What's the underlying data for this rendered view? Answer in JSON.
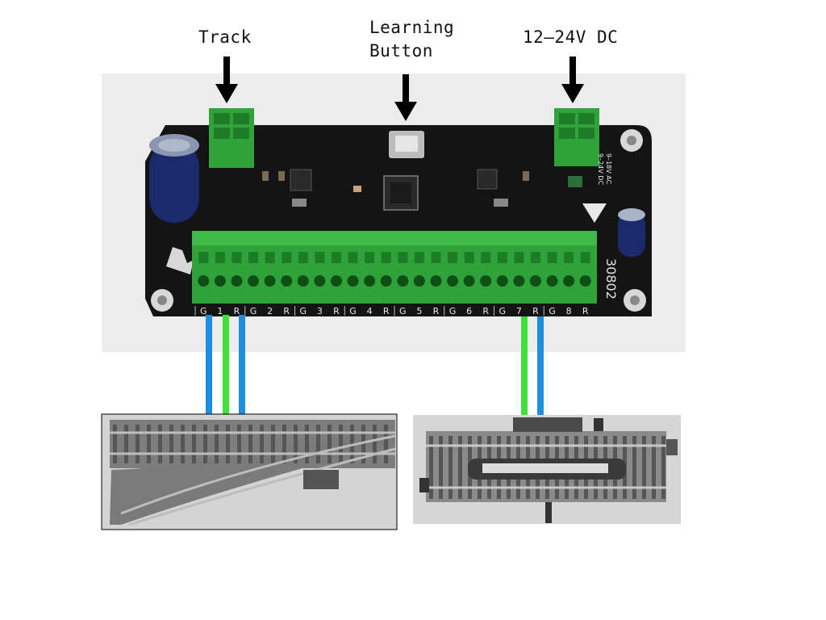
{
  "labels": {
    "track": "Track",
    "learning_line1": "Learning",
    "learning_line2": "Button",
    "power": "12–24V DC"
  },
  "board": {
    "model": "30802",
    "power_marking_1": "9–18V AC",
    "power_marking_2": "9–24V DC",
    "terminal_labels": [
      "G",
      "1",
      "R",
      "G",
      "2",
      "R",
      "G",
      "3",
      "R",
      "G",
      "4",
      "R",
      "G",
      "5",
      "R",
      "G",
      "6",
      "R",
      "G",
      "7",
      "R",
      "G",
      "8",
      "R"
    ]
  },
  "colors": {
    "pcb": "#141414",
    "terminal_green": "#2fa33a",
    "wire_blue": "#1e8fe0",
    "wire_green": "#3ee03a",
    "arrow": "#000000"
  },
  "wiring": [
    {
      "terminal": "G1",
      "color": "blue",
      "target": "turnout"
    },
    {
      "terminal": "1",
      "color": "green",
      "target": "turnout"
    },
    {
      "terminal": "R1",
      "color": "blue",
      "target": "turnout"
    },
    {
      "terminal": "7",
      "color": "green",
      "target": "uncoupler"
    },
    {
      "terminal": "R7",
      "color": "blue",
      "target": "uncoupler"
    }
  ]
}
